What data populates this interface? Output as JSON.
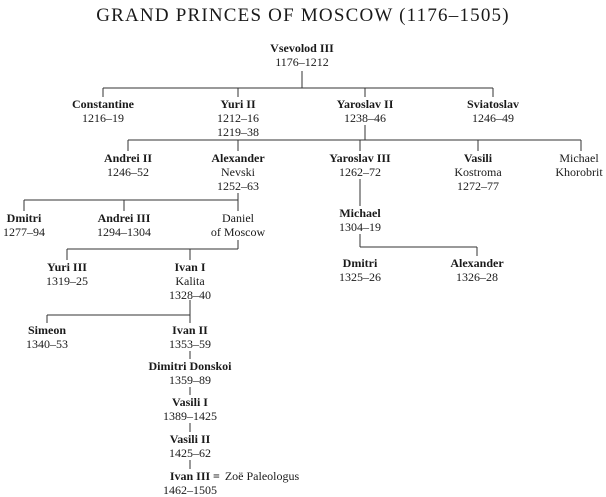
{
  "title": "GRAND PRINCES OF MOSCOW (1176–1505)",
  "nodes": [
    {
      "name": "Vsevolod III",
      "lines": [
        "1176–1212"
      ]
    },
    {
      "name": "Constantine",
      "lines": [
        "1216–19"
      ]
    },
    {
      "name": "Yuri II",
      "lines": [
        "1212–16",
        "1219–38"
      ]
    },
    {
      "name": "Yaroslav II",
      "lines": [
        "1238–46"
      ]
    },
    {
      "name": "Sviatoslav",
      "lines": [
        "1246–49"
      ]
    },
    {
      "name": "Andrei II",
      "lines": [
        "1246–52"
      ]
    },
    {
      "name": "Alexander",
      "lines": [
        "Nevski",
        "1252–63"
      ]
    },
    {
      "name": "Yaroslav III",
      "lines": [
        "1262–72"
      ]
    },
    {
      "name": "Vasili",
      "lines": [
        "Kostroma",
        "1272–77"
      ]
    },
    {
      "name": "Michael",
      "lines": [
        "Khorobrit"
      ]
    },
    {
      "name": "Dmitri",
      "lines": [
        "1277–94"
      ]
    },
    {
      "name": "Andrei III",
      "lines": [
        "1294–1304"
      ]
    },
    {
      "name": "Daniel",
      "lines": [
        "of Moscow"
      ]
    },
    {
      "name": "Michael",
      "lines": [
        "1304–19"
      ]
    },
    {
      "name": "Yuri III",
      "lines": [
        "1319–25"
      ]
    },
    {
      "name": "Ivan I",
      "lines": [
        "Kalita",
        "1328–40"
      ]
    },
    {
      "name": "Dmitri",
      "lines": [
        "1325–26"
      ]
    },
    {
      "name": "Alexander",
      "lines": [
        "1326–28"
      ]
    },
    {
      "name": "Simeon",
      "lines": [
        "1340–53"
      ]
    },
    {
      "name": "Ivan II",
      "lines": [
        "1353–59"
      ]
    },
    {
      "name": "Dimitri Donskoi",
      "lines": [
        "1359–89"
      ]
    },
    {
      "name": "Vasili I",
      "lines": [
        "1389–1425"
      ]
    },
    {
      "name": "Vasili II",
      "lines": [
        "1425–62"
      ]
    },
    {
      "name": "Ivan III",
      "lines": [
        "1462–1505"
      ]
    }
  ],
  "marriage": {
    "symbol": "=",
    "spouse": "Zoë Paleologus"
  }
}
